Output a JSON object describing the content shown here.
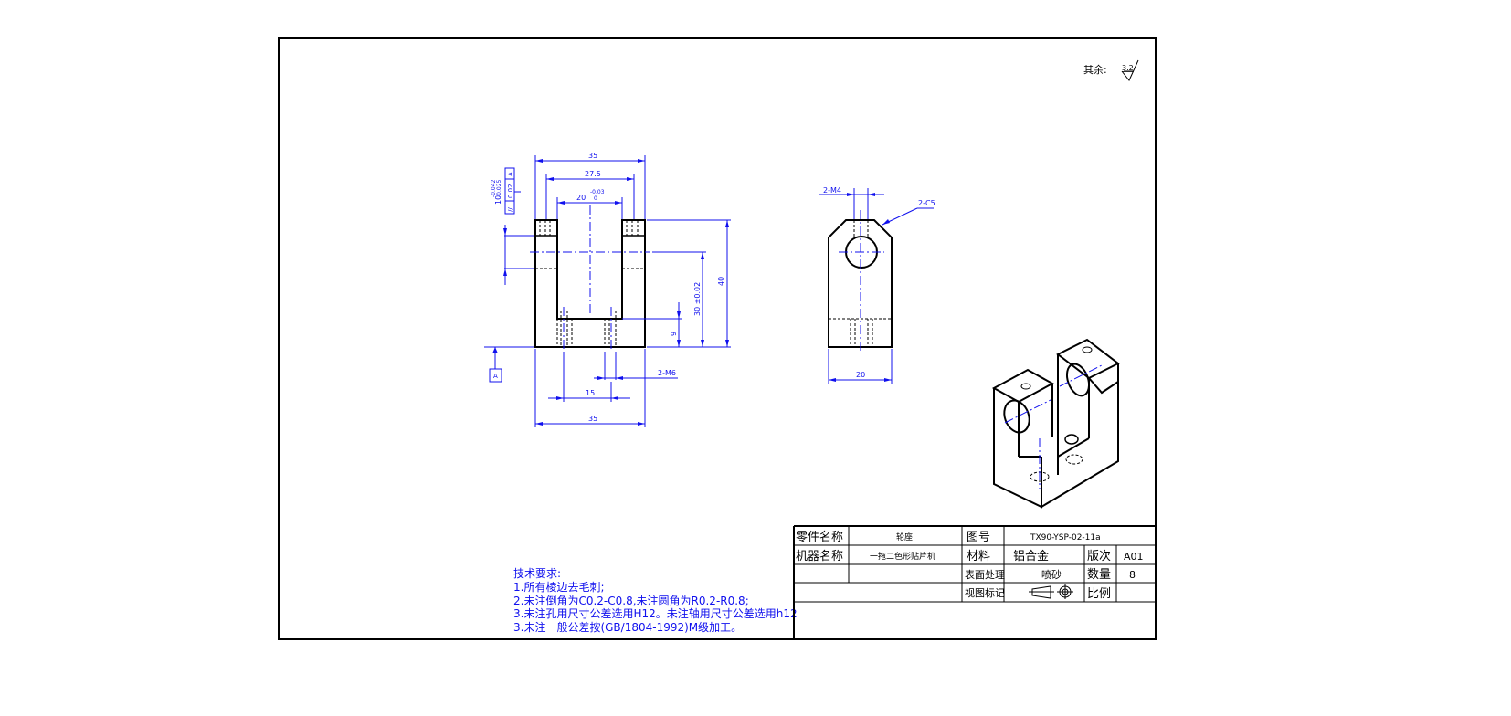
{
  "roughness": {
    "label": "其余:",
    "value": "3.2"
  },
  "front_view": {
    "dims": {
      "overall_width": "35",
      "inner_27": "27.5",
      "slot_width": "20",
      "slot_tol_upper": "-0.03",
      "slot_tol_lower": "0",
      "height": "40",
      "center_height": "30 ±0.02",
      "lower_hole": "9",
      "hole_spacing": "15",
      "bottom_width": "35",
      "thread_callout": "2-M6",
      "side_10": "10",
      "side_tol_a": "-0.042",
      "side_tol_b": "-0.025"
    },
    "tolerance_frame": {
      "symbol": "//",
      "value": "0.02",
      "datum": "A"
    },
    "datum_label": "A"
  },
  "side_view": {
    "thread_callout": "2-M4",
    "chamfer_callout": "2-C5",
    "width": "20"
  },
  "tech_requirements": {
    "title": "技术要求:",
    "items": [
      "1.所有棱边去毛刺;",
      "2.未注倒角为C0.2-C0.8,未注圆角为R0.2-R0.8;",
      "3.未注孔用尺寸公差选用H12。未注轴用尺寸公差选用h12",
      "3.未注一般公差按(GB/1804-1992)M级加工。"
    ]
  },
  "title_block": {
    "part_name_label": "零件名称",
    "part_name": "轮座",
    "drawing_no_label": "图号",
    "drawing_no": "TX90-YSP-02-11a",
    "machine_name_label": "机器名称",
    "machine_name": "一拖二色形贴片机",
    "material_label": "材料",
    "material": "铝合金",
    "version_label": "版次",
    "version": "A01",
    "surface_label": "表面处理",
    "surface": "喷砂",
    "quantity_label": "数量",
    "quantity": "8",
    "view_mark_label": "视图标记",
    "scale_label": "比例",
    "scale": ""
  }
}
